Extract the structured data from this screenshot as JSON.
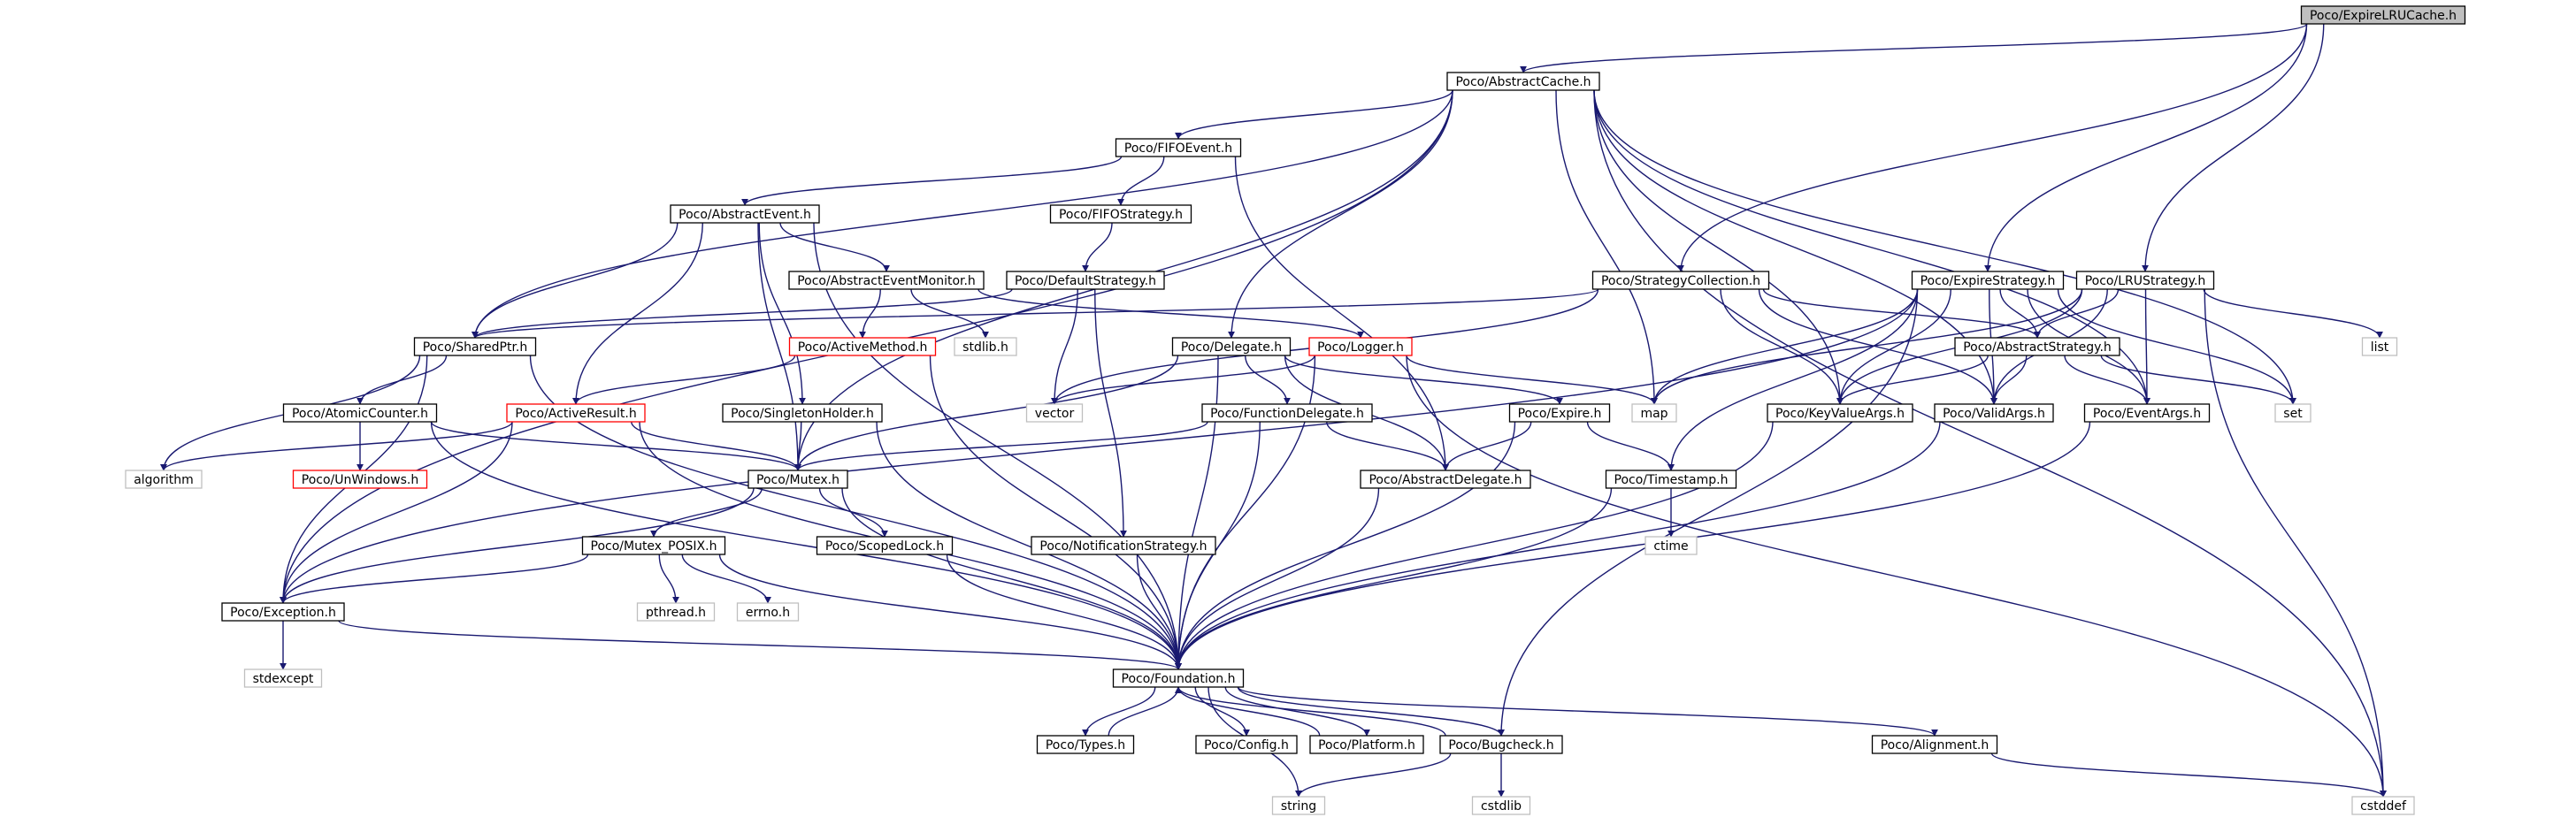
{
  "graph": {
    "colors": {
      "edge": "#191970",
      "project_border": "#000000",
      "system_border": "#bfbfbf",
      "undocumented_border": "#ff0000",
      "root_fill": "#bfbfbf"
    },
    "nodes": [
      {
        "id": "expirelru",
        "label": "Poco/ExpireLRUCache.h",
        "kind": "root"
      },
      {
        "id": "abstractcache",
        "label": "Poco/AbstractCache.h",
        "kind": "project"
      },
      {
        "id": "fifoevent",
        "label": "Poco/FIFOEvent.h",
        "kind": "project"
      },
      {
        "id": "abstractevent",
        "label": "Poco/AbstractEvent.h",
        "kind": "project"
      },
      {
        "id": "fifostrategy",
        "label": "Poco/FIFOStrategy.h",
        "kind": "project"
      },
      {
        "id": "abstracteventmonitor",
        "label": "Poco/AbstractEventMonitor.h",
        "kind": "project"
      },
      {
        "id": "defaultstrategy",
        "label": "Poco/DefaultStrategy.h",
        "kind": "project"
      },
      {
        "id": "strategycollection",
        "label": "Poco/StrategyCollection.h",
        "kind": "project"
      },
      {
        "id": "expirestrategy",
        "label": "Poco/ExpireStrategy.h",
        "kind": "project"
      },
      {
        "id": "lrustrategy",
        "label": "Poco/LRUStrategy.h",
        "kind": "project"
      },
      {
        "id": "sharedptr",
        "label": "Poco/SharedPtr.h",
        "kind": "project"
      },
      {
        "id": "activemethod",
        "label": "Poco/ActiveMethod.h",
        "kind": "undocumented"
      },
      {
        "id": "stdlib",
        "label": "stdlib.h",
        "kind": "system"
      },
      {
        "id": "delegate",
        "label": "Poco/Delegate.h",
        "kind": "project"
      },
      {
        "id": "logger",
        "label": "Poco/Logger.h",
        "kind": "undocumented"
      },
      {
        "id": "abstractstrategy",
        "label": "Poco/AbstractStrategy.h",
        "kind": "project"
      },
      {
        "id": "list",
        "label": "list",
        "kind": "system"
      },
      {
        "id": "atomiccounter",
        "label": "Poco/AtomicCounter.h",
        "kind": "project"
      },
      {
        "id": "activeresult",
        "label": "Poco/ActiveResult.h",
        "kind": "undocumented"
      },
      {
        "id": "singletonholder",
        "label": "Poco/SingletonHolder.h",
        "kind": "project"
      },
      {
        "id": "vector",
        "label": "vector",
        "kind": "system"
      },
      {
        "id": "functiondelegate",
        "label": "Poco/FunctionDelegate.h",
        "kind": "project"
      },
      {
        "id": "expire",
        "label": "Poco/Expire.h",
        "kind": "project"
      },
      {
        "id": "map",
        "label": "map",
        "kind": "system"
      },
      {
        "id": "keyvalueargs",
        "label": "Poco/KeyValueArgs.h",
        "kind": "project"
      },
      {
        "id": "validargs",
        "label": "Poco/ValidArgs.h",
        "kind": "project"
      },
      {
        "id": "eventargs",
        "label": "Poco/EventArgs.h",
        "kind": "project"
      },
      {
        "id": "set",
        "label": "set",
        "kind": "system"
      },
      {
        "id": "algorithm",
        "label": "algorithm",
        "kind": "system"
      },
      {
        "id": "unwindows",
        "label": "Poco/UnWindows.h",
        "kind": "undocumented"
      },
      {
        "id": "mutex",
        "label": "Poco/Mutex.h",
        "kind": "project"
      },
      {
        "id": "abstractdelegate",
        "label": "Poco/AbstractDelegate.h",
        "kind": "project"
      },
      {
        "id": "timestamp",
        "label": "Poco/Timestamp.h",
        "kind": "project"
      },
      {
        "id": "ctime",
        "label": "ctime",
        "kind": "system"
      },
      {
        "id": "mutexposix",
        "label": "Poco/Mutex_POSIX.h",
        "kind": "project"
      },
      {
        "id": "scopedlock",
        "label": "Poco/ScopedLock.h",
        "kind": "project"
      },
      {
        "id": "notificationstrategy",
        "label": "Poco/NotificationStrategy.h",
        "kind": "project"
      },
      {
        "id": "pthread",
        "label": "pthread.h",
        "kind": "system"
      },
      {
        "id": "errno",
        "label": "errno.h",
        "kind": "system"
      },
      {
        "id": "exception",
        "label": "Poco/Exception.h",
        "kind": "project"
      },
      {
        "id": "stdexcept",
        "label": "stdexcept",
        "kind": "system"
      },
      {
        "id": "foundation",
        "label": "Poco/Foundation.h",
        "kind": "project"
      },
      {
        "id": "types",
        "label": "Poco/Types.h",
        "kind": "project"
      },
      {
        "id": "config",
        "label": "Poco/Config.h",
        "kind": "project"
      },
      {
        "id": "platform",
        "label": "Poco/Platform.h",
        "kind": "project"
      },
      {
        "id": "bugcheck",
        "label": "Poco/Bugcheck.h",
        "kind": "project"
      },
      {
        "id": "alignment",
        "label": "Poco/Alignment.h",
        "kind": "project"
      },
      {
        "id": "string",
        "label": "string",
        "kind": "system"
      },
      {
        "id": "cstdlib",
        "label": "cstdlib",
        "kind": "system"
      },
      {
        "id": "cstddef",
        "label": "cstddef",
        "kind": "system"
      }
    ]
  }
}
